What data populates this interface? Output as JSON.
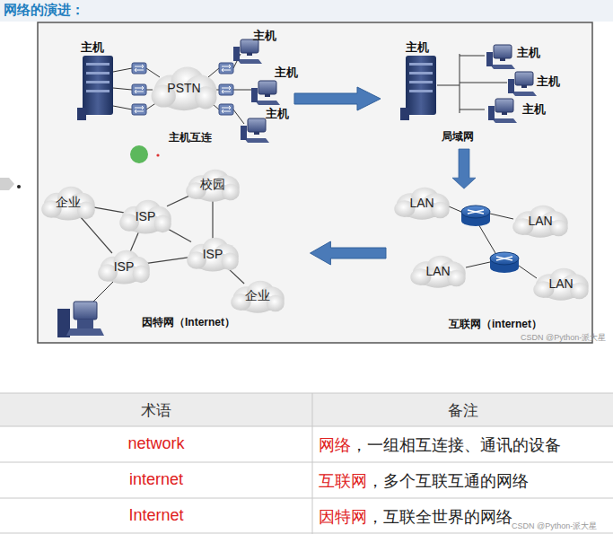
{
  "diagram": {
    "title": "网络的演进：",
    "nodes": [
      {
        "text": [
          "PSTN"
        ]
      },
      {
        "text": [
          "LAN"
        ]
      },
      {
        "text": [
          "LAN"
        ]
      },
      {
        "text": [
          "LAN"
        ]
      },
      {
        "text": [
          "LAN"
        ]
      },
      {
        "text": [
          "企业"
        ]
      },
      {
        "text": [
          "ISP"
        ]
      },
      {
        "text": [
          "校园"
        ]
      },
      {
        "text": [
          "ISP"
        ]
      },
      {
        "text": [
          "ISP"
        ]
      },
      {
        "text": [
          "企业"
        ]
      }
    ],
    "edges": [
      {
        "from": 5,
        "to": 6,
        "arrow": "none"
      },
      {
        "from": 6,
        "to": 7,
        "arrow": "none"
      },
      {
        "from": 7,
        "to": 8,
        "arrow": "none"
      },
      {
        "from": 6,
        "to": 8,
        "arrow": "none"
      },
      {
        "from": 5,
        "to": 9,
        "arrow": "none"
      },
      {
        "from": 6,
        "to": 9,
        "arrow": "none"
      },
      {
        "from": 9,
        "to": 8,
        "arrow": "none"
      },
      {
        "from": 8,
        "to": 10,
        "arrow": "none"
      }
    ],
    "labels": [
      "主机",
      "主机",
      "主机",
      "主机",
      "主机互连",
      "主机",
      "主机",
      "主机",
      "主机",
      "局域网",
      "互联网（internet）",
      "因特网（Internet）",
      "CSDN @Python-派大星",
      "术语",
      "备注",
      "network",
      "网络",
      "，一组相互连接、通讯的设备",
      "internet",
      "互联网",
      "，多个互联互通的网络",
      "Internet",
      "因特网",
      "，互联全世界的网络",
      "CSDN @Python-派大星"
    ]
  }
}
